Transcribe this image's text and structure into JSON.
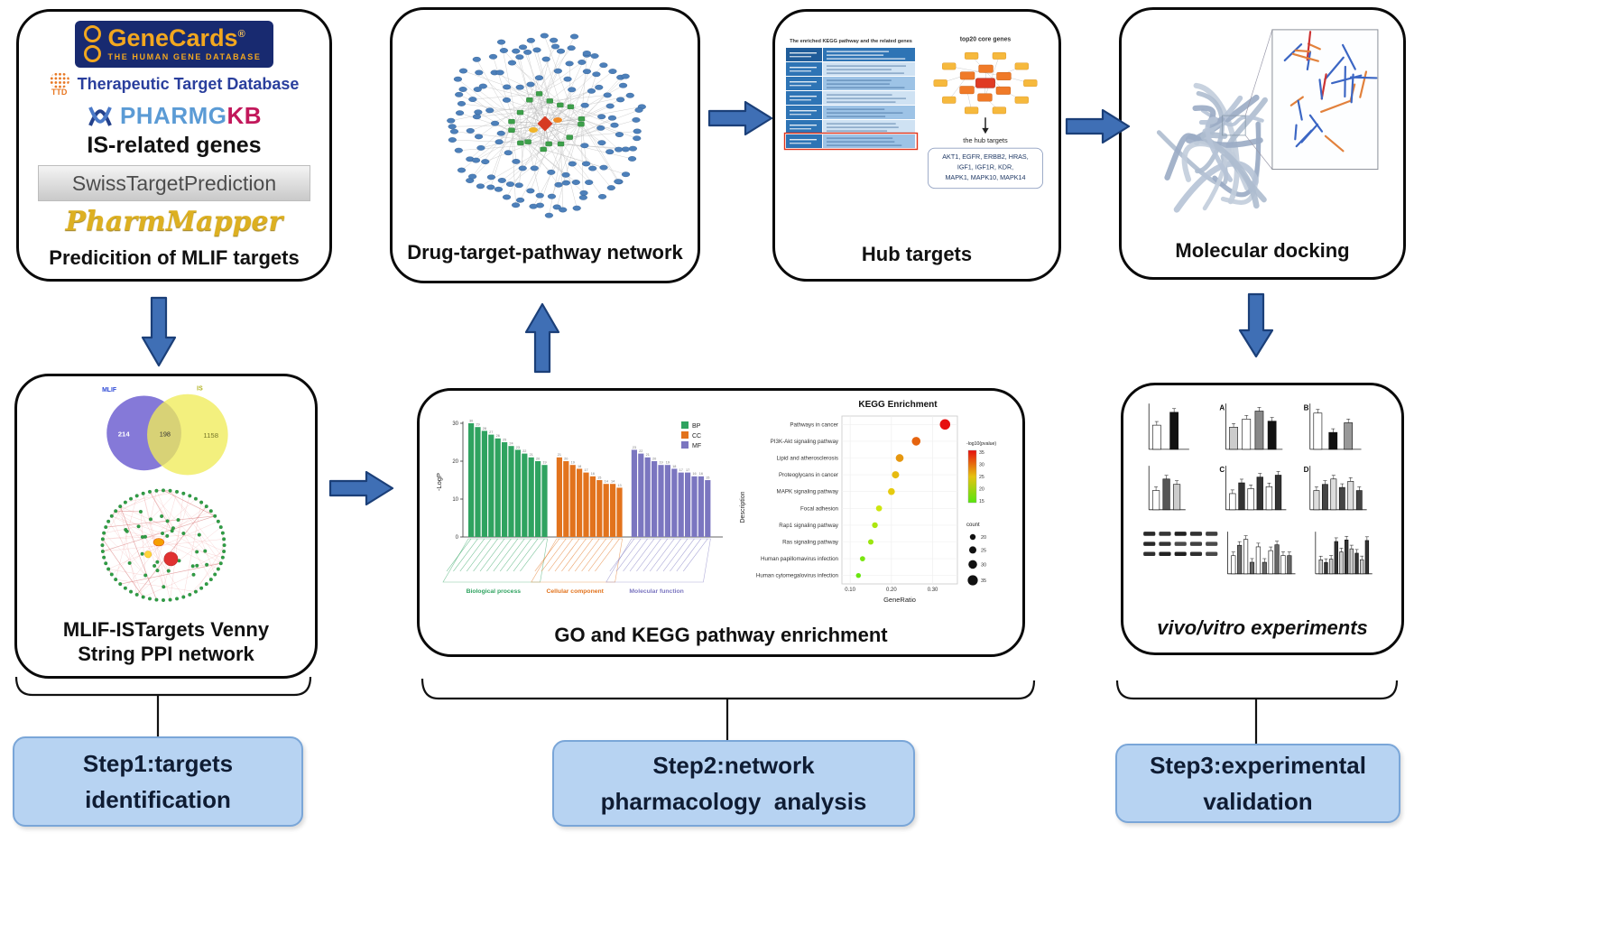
{
  "colors": {
    "arrow_fill": "#3f6fb5",
    "arrow_stroke": "#1b3f78",
    "step_fill": "#b7d3f2",
    "step_border": "#7aa6d8",
    "panel_border": "#0a0a0a"
  },
  "panels": {
    "prediction": {
      "genecards": {
        "title": "GeneCards",
        "reg": "®",
        "subtitle": "THE HUMAN GENE DATABASE"
      },
      "ttd": {
        "abbr": "TTD",
        "name": "Therapeutic Target Database"
      },
      "pharmgkb": {
        "seg_blue": "PHARMG",
        "seg_red": "KB"
      },
      "is_genes": "IS-related genes",
      "swiss": "SwissTargetPrediction",
      "pharmmapper": "PharmMapper",
      "caption": "Predicition of MLIF targets"
    },
    "dtp": {
      "caption": "Drug-target-pathway network"
    },
    "hub": {
      "table_title": "The enriched KEGG pathway and the related genes",
      "cluster_title": "top20 core genes",
      "hub_label": "the hub targets",
      "gene_lines": [
        "AKT1,  EGFR,  ERBB2,  HRAS,",
        "IGF1,  IGF1R,  KDR,",
        "MAPK1,  MAPK10,  MAPK14"
      ],
      "caption": "Hub targets"
    },
    "docking": {
      "caption": "Molecular docking"
    },
    "venn_ppi": {
      "venn": {
        "left_label": "MLIF",
        "right_label": "IS",
        "left_value": "214",
        "overlap_value": "198",
        "right_value": "1158"
      },
      "caption_line1": "MLIF-ISTargets Venny",
      "caption_line2": "String PPI network"
    },
    "enrichment": {
      "caption": "GO and KEGG pathway enrichment"
    },
    "experiments": {
      "panel_letters": [
        "A",
        "B",
        "C",
        "D"
      ],
      "caption": "vivo/vitro experiments"
    }
  },
  "steps": [
    {
      "line1": "Step1:targets",
      "line2": "identification"
    },
    {
      "line1": "Step2:network",
      "line2": "pharmacology  analysis"
    },
    {
      "line1": "Step3:experimental",
      "line2": "validation"
    }
  ],
  "chart_data": [
    {
      "id": "go-bars",
      "type": "bar",
      "title": "GO enrichment",
      "ylabel": "-LogP",
      "ylim": [
        0,
        30
      ],
      "yticks": [
        0,
        10,
        20,
        30
      ],
      "legend": [
        "BP",
        "CC",
        "MF"
      ],
      "legend_position": "top-right",
      "grid": false,
      "groups": [
        {
          "name": "BP",
          "label": "Biological process",
          "color": "#2fa360",
          "values": [
            30,
            29,
            28,
            27,
            26,
            25,
            24,
            23,
            22,
            21,
            20,
            19
          ]
        },
        {
          "name": "CC",
          "label": "Cellular component",
          "color": "#e2731d",
          "values": [
            21,
            20,
            19,
            18,
            17,
            16,
            15,
            14,
            14,
            13
          ]
        },
        {
          "name": "MF",
          "label": "Molecular function",
          "color": "#7b76c0",
          "values": [
            23,
            22,
            21,
            20,
            19,
            19,
            18,
            17,
            17,
            16,
            16,
            15
          ]
        }
      ]
    },
    {
      "id": "kegg-dotplot",
      "type": "scatter",
      "title": "KEGG Enrichment",
      "xlabel": "GeneRatio",
      "ylabel": "Description",
      "xlim": [
        0.08,
        0.36
      ],
      "xticks": [
        0.1,
        0.2,
        0.3
      ],
      "grid": true,
      "pathways": [
        "Pathways in cancer",
        "PI3K-Akt signaling pathway",
        "Lipid and atherosclerosis",
        "Proteoglycans in cancer",
        "MAPK signaling pathway",
        "Focal adhesion",
        "Rap1 signaling pathway",
        "Ras signaling pathway",
        "Human papillomavirus infection",
        "Human cytomegalovirus infection"
      ],
      "gene_ratio": [
        0.33,
        0.26,
        0.22,
        0.21,
        0.2,
        0.17,
        0.16,
        0.15,
        0.13,
        0.12
      ],
      "neglog10p": [
        35,
        30,
        27,
        25,
        24,
        21,
        19,
        18,
        16,
        15
      ],
      "count": [
        36,
        30,
        27,
        25,
        24,
        21,
        20,
        19,
        18,
        17
      ],
      "legend_color_title": "-log10(pvalue)",
      "legend_scale": [
        35,
        30,
        25,
        20,
        15
      ],
      "legend_size_title": "count",
      "legend_sizes": [
        20,
        25,
        30,
        35
      ]
    }
  ]
}
